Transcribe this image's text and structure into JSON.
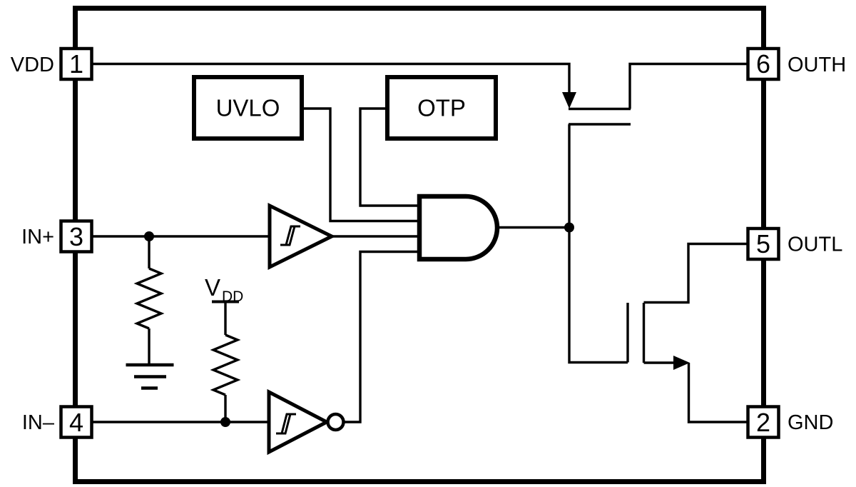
{
  "diagram": {
    "kind": "ic-functional-block-diagram",
    "pins": [
      {
        "number": "1",
        "name": "VDD",
        "side": "left"
      },
      {
        "number": "3",
        "name": "IN+",
        "side": "left"
      },
      {
        "number": "4",
        "name": "IN–",
        "side": "left"
      },
      {
        "number": "6",
        "name": "OUTH",
        "side": "right"
      },
      {
        "number": "5",
        "name": "OUTL",
        "side": "right"
      },
      {
        "number": "2",
        "name": "GND",
        "side": "right"
      }
    ],
    "blocks": {
      "uvlo": "UVLO",
      "otp": "OTP"
    },
    "net_labels": {
      "vdd": "V",
      "vdd_subscript": "DD"
    },
    "colors": {
      "line": "#000000",
      "background": "#ffffff"
    }
  }
}
